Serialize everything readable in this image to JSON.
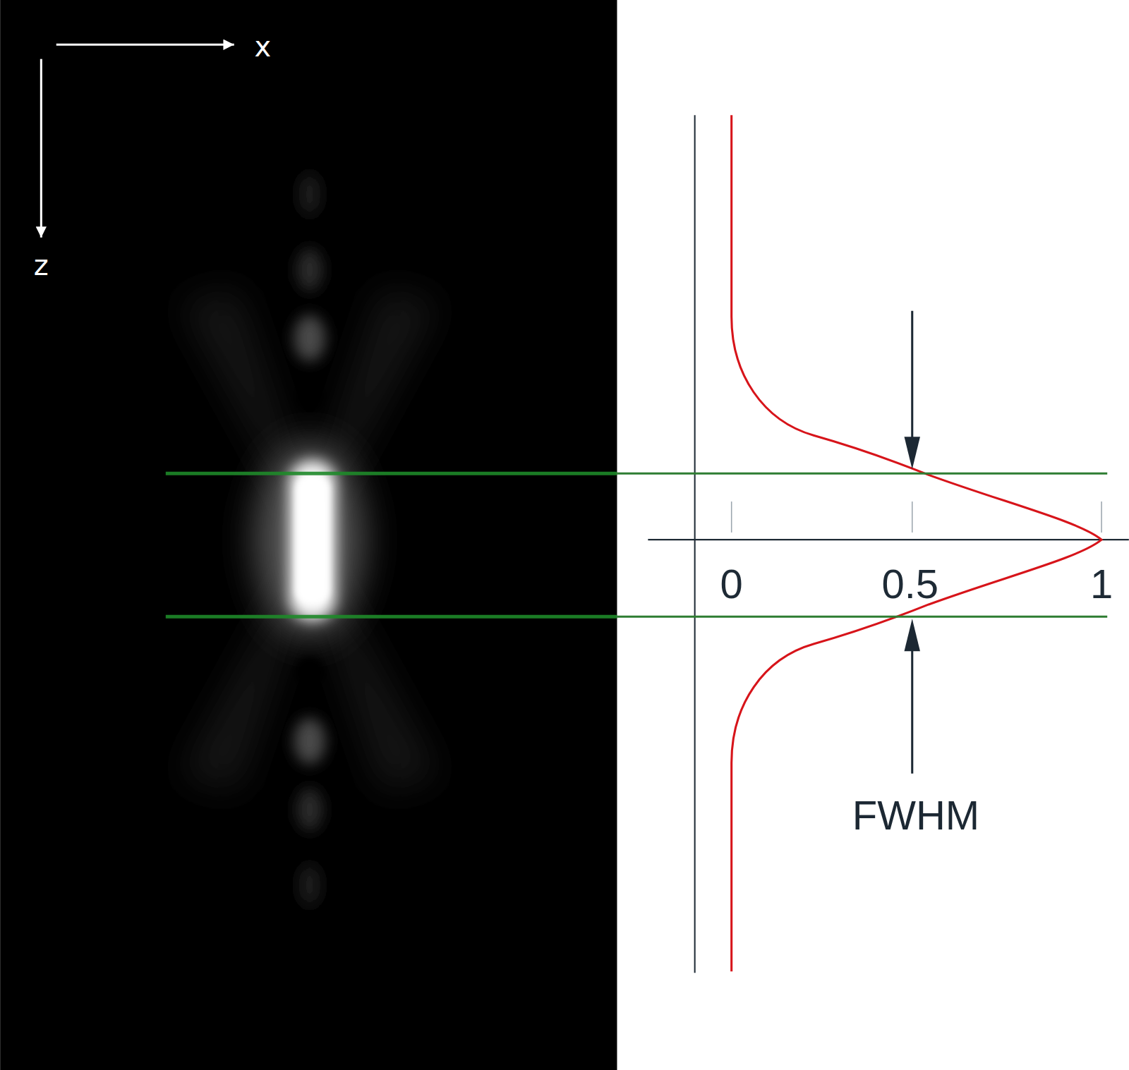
{
  "diagram": {
    "labels": [
      "x",
      "z",
      "0",
      "0.5",
      "1",
      "FWHM"
    ]
  }
}
